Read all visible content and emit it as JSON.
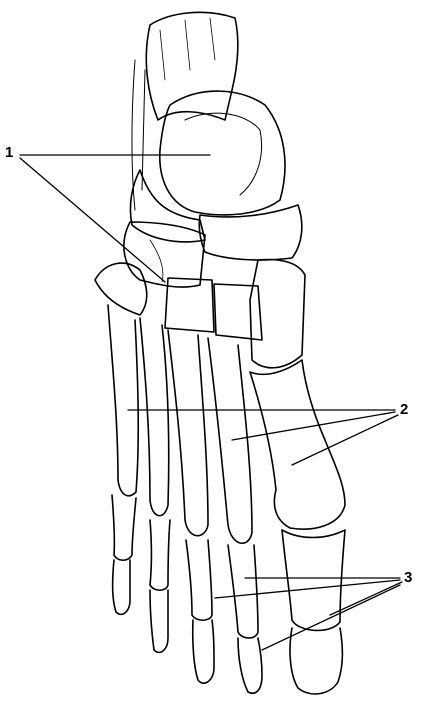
{
  "figure": {
    "labels": [
      {
        "id": "1",
        "text": "1"
      },
      {
        "id": "2",
        "text": "2"
      },
      {
        "id": "3",
        "text": "3"
      }
    ],
    "colors": {
      "ink": "#000000",
      "paper": "#ffffff"
    },
    "subject_icon": "foot-bones-drawing"
  }
}
